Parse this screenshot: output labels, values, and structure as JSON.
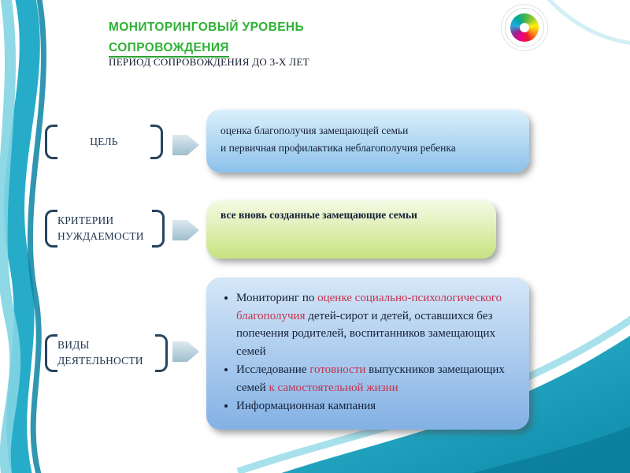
{
  "slide": {
    "title_line1": "МОНИТОРИНГОВЫЙ УРОВЕНЬ",
    "title_line2": "СОПРОВОЖДЕНИЯ",
    "subtitle": "ПЕРИОД СОПРОВОЖДЕНИЯ ДО 3-Х ЛЕТ"
  },
  "icons": {
    "logo": "multicolor-flower-emblem",
    "flow_arrow": "right-pointing-pentagon-arrow",
    "brackets": "square-bracket-pair"
  },
  "colors": {
    "title_green": "#2eb135",
    "accent_red": "#c2344e",
    "text_dark": "#142038",
    "teal_dark": "#0c84a3",
    "teal_mid": "#1aa8c5",
    "teal_light": "#a7e1ec",
    "box_goal_gradient": [
      "#dcf0fb",
      "#8cc1ea"
    ],
    "box_criteria_gradient": [
      "#f5fae6",
      "#c7e380"
    ],
    "box_activities_gradient": [
      "#d6e7f8",
      "#83b1e4"
    ]
  },
  "rows": {
    "goal": {
      "label": "ЦЕЛЬ",
      "text_line1": "оценка благополучия замещающей семьи",
      "text_line2": "и первичная профилактика неблагополучия ребенка"
    },
    "criteria": {
      "label_line1": "КРИТЕРИИ",
      "label_line2": "НУЖДАЕМОСТИ",
      "text": "все вновь созданные замещающие семьи"
    },
    "activities": {
      "label_line1": "ВИДЫ",
      "label_line2": "ДЕЯТЕЛЬНОСТИ",
      "bullets": [
        {
          "segments": [
            {
              "text": "Мониторинг по "
            },
            {
              "text": "оценке социально-психологического благополучия",
              "red": true
            },
            {
              "text": " детей-сирот и детей, оставшихся без попечения родителей, воспитанников замещающих семей"
            }
          ]
        },
        {
          "segments": [
            {
              "text": "Исследование "
            },
            {
              "text": "готовности",
              "red": true
            },
            {
              "text": " выпускников замещающих семей "
            },
            {
              "text": "к самостоятельной жизни",
              "red": true
            }
          ]
        },
        {
          "segments": [
            {
              "text": "Информационная кампания"
            }
          ]
        }
      ]
    }
  }
}
